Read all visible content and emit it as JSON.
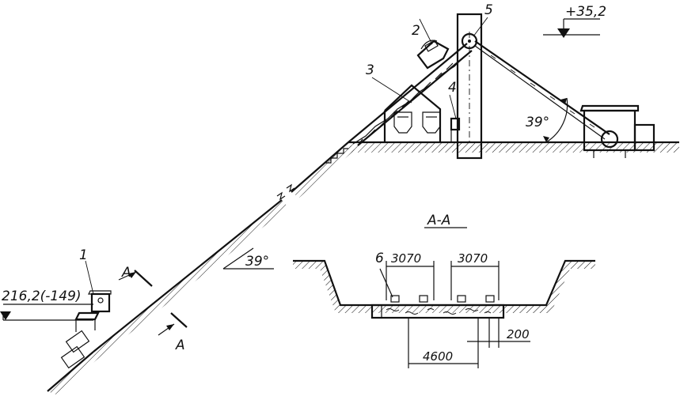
{
  "labels": {
    "n1": "1",
    "n2": "2",
    "n3": "3",
    "n4": "4",
    "n5": "5",
    "n6": "6",
    "elev_top": "+35,2",
    "elev_bottom": "216,2(-149)",
    "angle_slope": "39°",
    "angle_cable": "39°",
    "section_title": "A-A",
    "section_mark_a1": "A",
    "section_mark_a2": "A",
    "dim_3070_left": "3070",
    "dim_3070_right": "3070",
    "dim_4600": "4600",
    "dim_200": "200"
  }
}
